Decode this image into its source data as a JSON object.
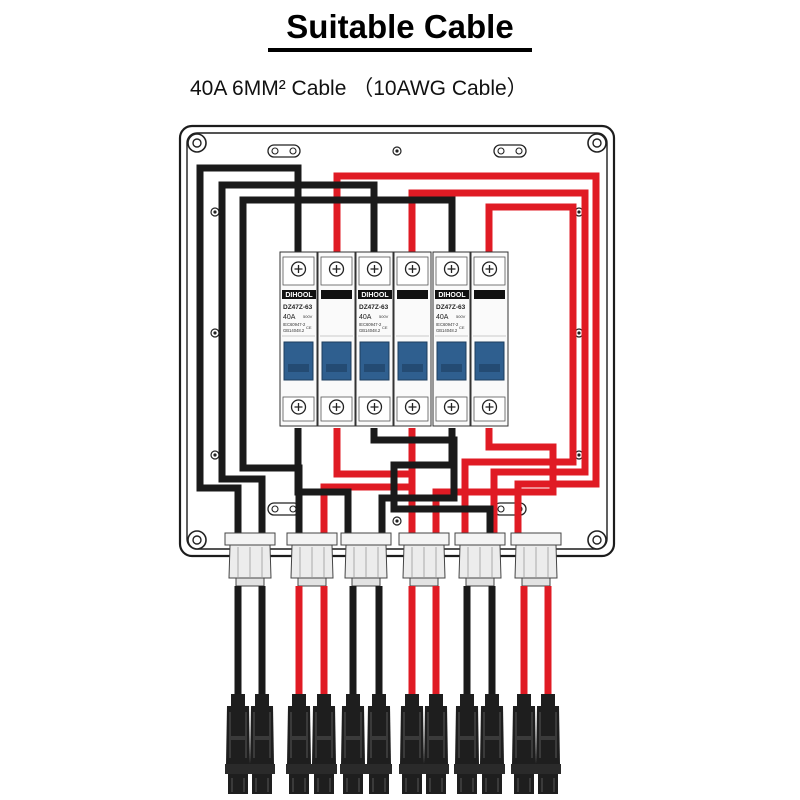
{
  "header": {
    "title": "Suitable Cable",
    "subtitle": "40A 6MM² Cable （10AWG Cable）"
  },
  "breaker": {
    "brand": "DIHOOL",
    "model": "DZ47Z-63",
    "rating": "40A",
    "voltage": "500V",
    "standard_1": "IEC60947-2",
    "standard_2": "GB14048.2",
    "mark": "CE",
    "count": 3
  },
  "colors": {
    "cable_negative": "#1a1a1a",
    "cable_positive": "#e01b24",
    "breaker_toggle": "#2f5f8f",
    "enclosure_outline": "#1c1c1c",
    "gland": "#e6e6e6",
    "connector": "#1e1e1e"
  },
  "icons": {
    "cable_gland": "cable-gland-icon",
    "mc4_connector": "mc4-connector-icon",
    "screw_terminal": "screw-terminal-icon",
    "mount_hole": "mount-hole-icon"
  }
}
